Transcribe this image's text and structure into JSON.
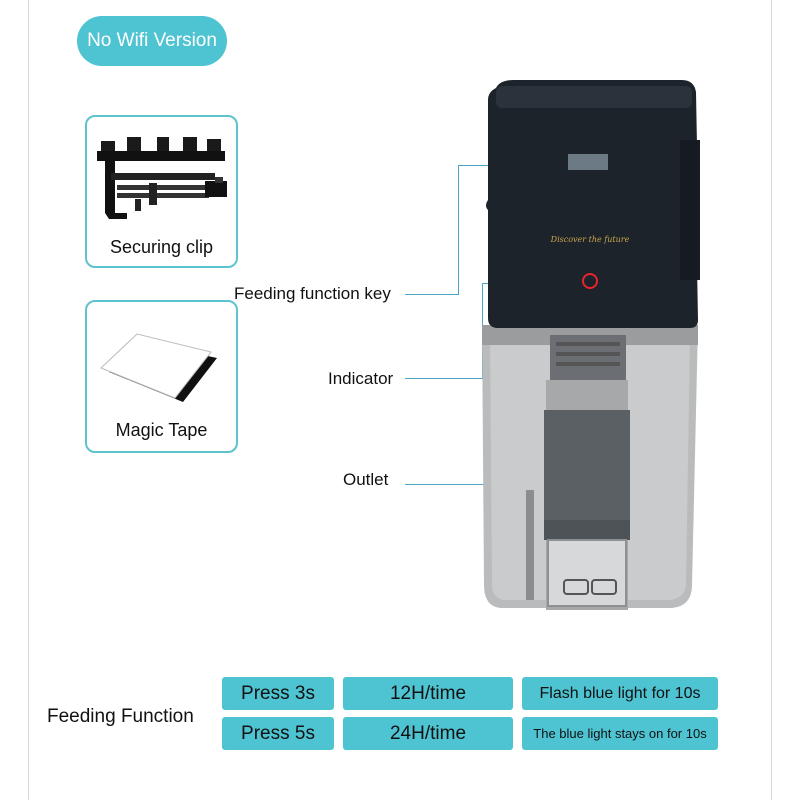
{
  "badge": {
    "label": "No Wifi Version"
  },
  "accessories": {
    "clip": {
      "label": "Securing clip",
      "icon": "securing-clip-icon"
    },
    "tape": {
      "label": "Magic Tape",
      "icon": "magic-tape-icon"
    }
  },
  "callouts": {
    "key": "Feeding function key",
    "indicator": "Indicator",
    "outlet": "Outlet"
  },
  "product": {
    "brand_text": "Discover the future"
  },
  "feeding": {
    "label": "Feeding Function",
    "rows": [
      {
        "press": "Press 3s",
        "interval": "12H/time",
        "light": "Flash blue light for 10s"
      },
      {
        "press": "Press 5s",
        "interval": "24H/time",
        "light": "The blue light stays on for 10s"
      }
    ]
  },
  "colors": {
    "accent": "#4ec3d2",
    "card_border": "#5cc3cf",
    "leader_line": "#4aa6c4",
    "indicator_ring": "#e8242a"
  }
}
